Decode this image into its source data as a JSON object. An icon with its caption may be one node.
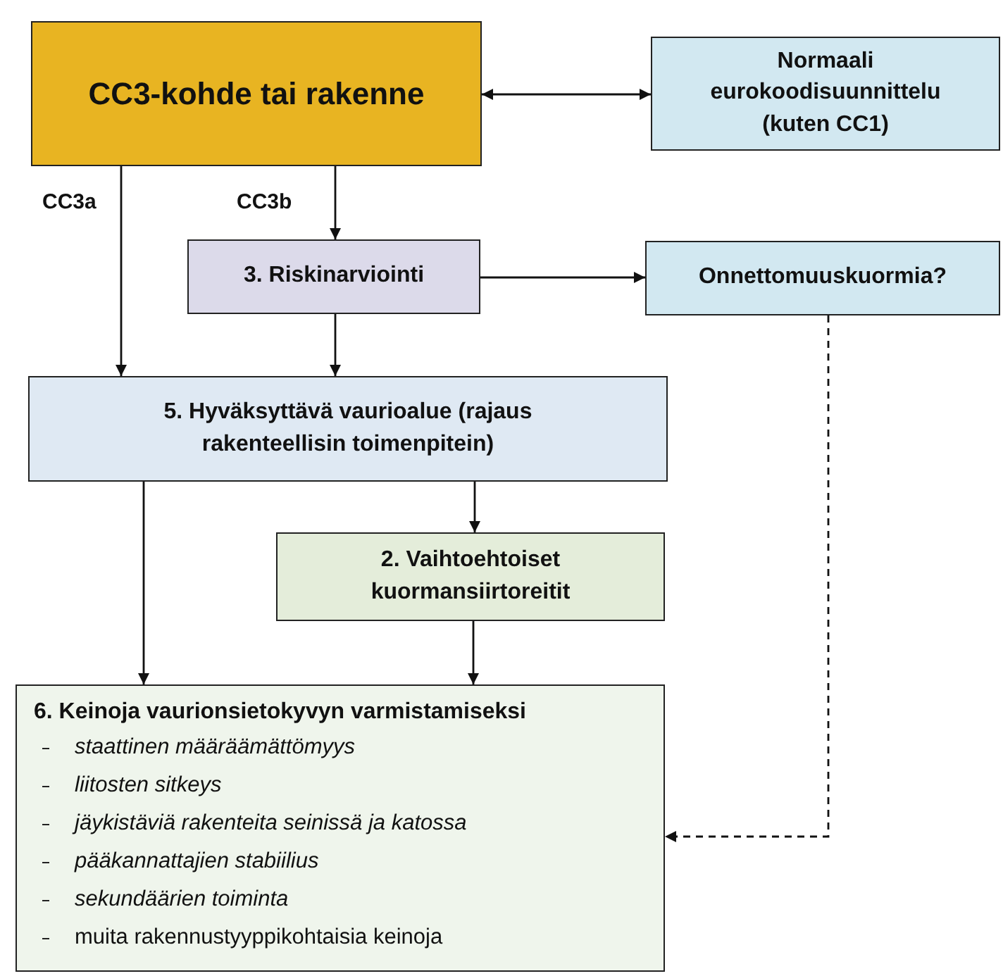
{
  "diagram": {
    "nodes": [
      {
        "text": [
          "CC3-kohde tai rakenne"
        ]
      },
      {
        "text": [
          "Normaali eurokoodisuunnittelu (kuten CC1)"
        ]
      },
      {
        "text": [
          "3. Riskinarviointi"
        ]
      },
      {
        "text": [
          "Onnettomuuskuormia?"
        ]
      },
      {
        "text": [
          "5. Hyväksyttävä vaurioalue (rajaus rakenteellisin toimenpitein)"
        ]
      },
      {
        "text": [
          "2. Vaihtoehtoiset kuormansiirtoreitit"
        ]
      },
      {
        "text": [
          "6. Keinoja vaurionsietokyvyn varmistamiseksi",
          "staattinen määräämättömyys",
          "liitosten sitkeys",
          "jäykistäviä rakenteita seinissä ja katossa",
          "pääkannattajien stabiilius",
          "sekundäärien toiminta",
          "muita rakennustyyppikohtaisia keinoja"
        ]
      }
    ],
    "edges": [
      {
        "from": 0,
        "to": 1,
        "arrow": "both"
      },
      {
        "from": 0,
        "to": 4,
        "arrow": "to",
        "label": "CC3a"
      },
      {
        "from": 0,
        "to": 2,
        "arrow": "to",
        "label": "CC3b"
      },
      {
        "from": 2,
        "to": 3,
        "arrow": "to"
      },
      {
        "from": 2,
        "to": 4,
        "arrow": "to"
      },
      {
        "from": 4,
        "to": 5,
        "arrow": "to"
      },
      {
        "from": 4,
        "to": 6,
        "arrow": "to"
      },
      {
        "from": 5,
        "to": 6,
        "arrow": "to"
      },
      {
        "from": 3,
        "to": 6,
        "arrow": "to",
        "style": "dashed"
      }
    ]
  }
}
